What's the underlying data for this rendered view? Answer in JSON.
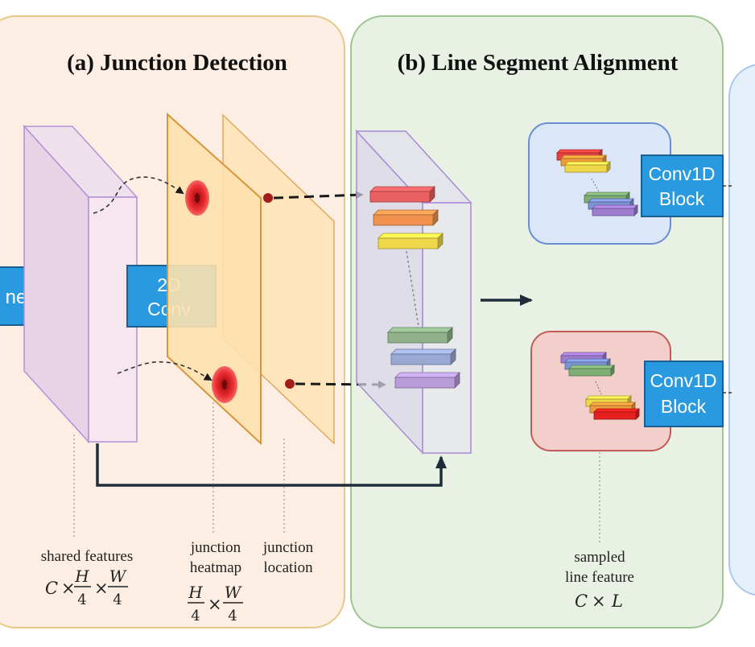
{
  "panels": {
    "a": {
      "title": "(a) Junction Detection"
    },
    "b": {
      "title": "(b) Line Segment Alignment"
    }
  },
  "blocks": {
    "backbone_fragment": "ne",
    "conv2d_line1": "2D",
    "conv2d_line2": "Conv",
    "conv1d_top_line1": "Conv1D",
    "conv1d_top_line2": "Block",
    "conv1d_bottom_line1": "Conv1D",
    "conv1d_bottom_line2": "Block"
  },
  "labels": {
    "shared_features": "shared features",
    "junction_heatmap_line1": "junction",
    "junction_heatmap_line2": "heatmap",
    "junction_location_line1": "junction",
    "junction_location_line2": "location",
    "sampled_line1": "sampled",
    "sampled_line2": "line feature"
  },
  "math": {
    "C": "C",
    "times": "×",
    "H": "H",
    "W": "W",
    "four": "4",
    "L": "L"
  },
  "colors": {
    "panel_a_fill": "#fdeee3",
    "panel_a_border": "#e9c88a",
    "panel_b_fill": "#e8f1e4",
    "panel_b_border": "#9fc592",
    "panel_c_fill": "#e6f0fb",
    "panel_c_border": "#a9c9ee",
    "block_blue": "#2a9ae0",
    "feature_map_border": "#a98bd6",
    "heatmap_fill": "#fde1ae",
    "heatmap_border": "#d8953a",
    "junction_red": "#e6262a",
    "junction_dark": "#a31d1d",
    "top_box_fill": "#dbe7f8",
    "top_box_border": "#6b8ed3",
    "bottom_box_fill": "#f2cfcb",
    "bottom_box_border": "#c45a55"
  },
  "stack_colors_top": [
    "#e86060",
    "#f0924d",
    "#eed84a"
  ],
  "stack_colors_bottom": [
    "#8fb28a",
    "#9aa9d4",
    "#b89bd8"
  ]
}
